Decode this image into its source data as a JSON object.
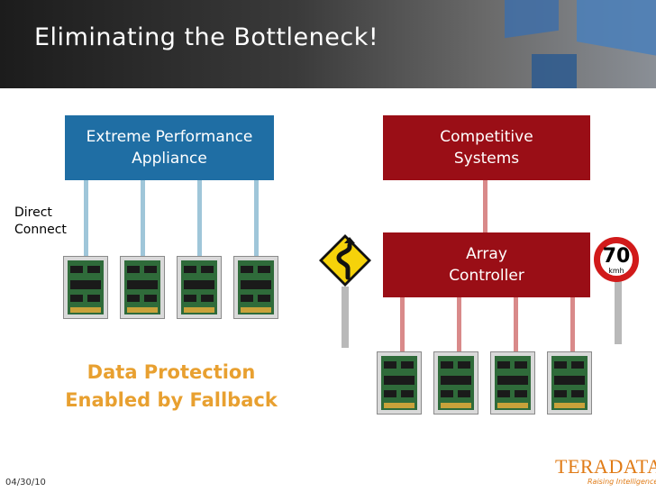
{
  "slide": {
    "title": "Eliminating the Bottleneck!",
    "date": "04/30/10"
  },
  "left_side": {
    "appliance_label": "Extreme Performance Appliance",
    "direct_connect": [
      "Direct",
      "Connect"
    ],
    "protection_text": [
      "Data Protection",
      "Enabled by Fallback"
    ]
  },
  "right_side": {
    "competitive_label": "Competitive Systems",
    "array_controller_label": [
      "Array",
      "Controller"
    ],
    "speed_limit": {
      "value": "70",
      "unit": "kmh"
    }
  },
  "logo": {
    "brand": "TERADATA.",
    "tagline": "Raising Intelligence"
  },
  "icons": [
    "winding-road-sign-icon",
    "speed-limit-sign-icon",
    "ssd-drive-icon"
  ],
  "colors": {
    "appliance_blue": "#1f6ea4",
    "competitive_red": "#9a0e16",
    "protection_orange": "#e8a030",
    "brand_orange": "#e07b16"
  }
}
